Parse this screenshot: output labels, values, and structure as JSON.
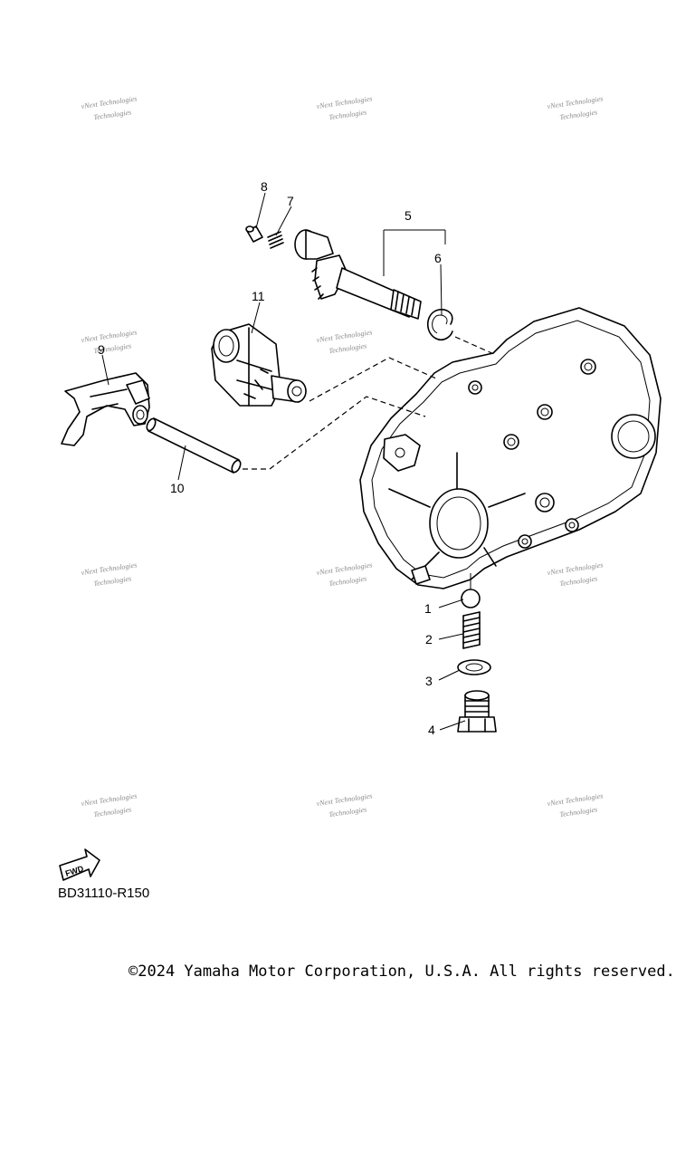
{
  "callouts": {
    "c1": "1",
    "c2": "2",
    "c3": "3",
    "c4": "4",
    "c5": "5",
    "c6": "6",
    "c7": "7",
    "c8": "8",
    "c9": "9",
    "c10": "10",
    "c11": "11"
  },
  "watermark": {
    "line1": "vNext Technologies",
    "line2": "Technologies"
  },
  "fwd_badge": "FWD",
  "diagram_code": "BD31110-R150",
  "copyright": "©2024 Yamaha Motor Corporation, U.S.A. All rights reserved."
}
